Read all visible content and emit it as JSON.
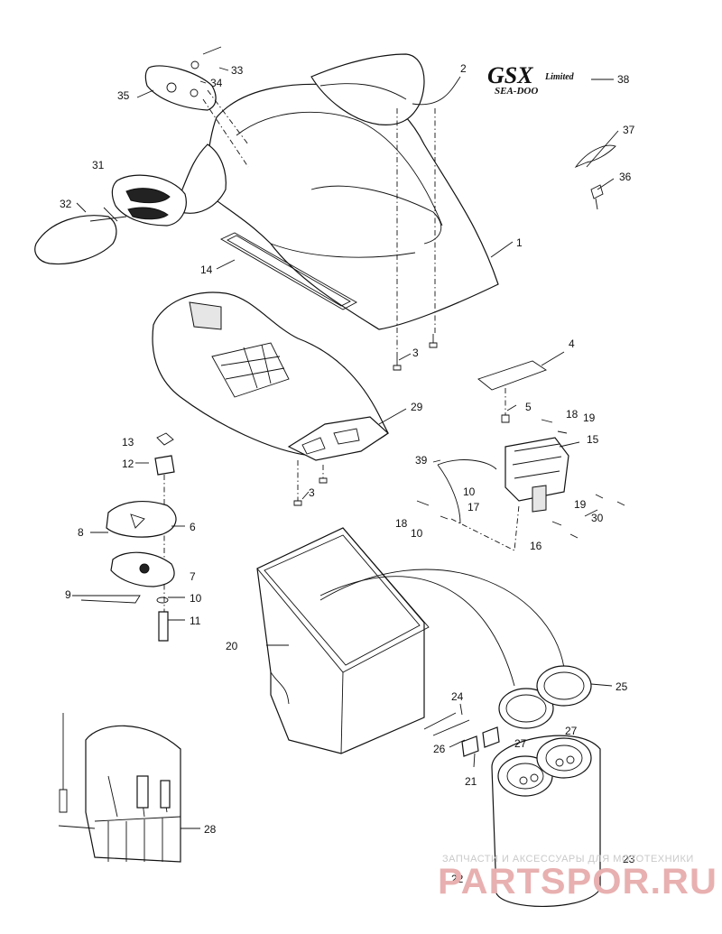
{
  "diagram": {
    "callouts": [
      "1",
      "2",
      "3",
      "3",
      "4",
      "5",
      "6",
      "7",
      "8",
      "9",
      "10",
      "10",
      "10",
      "11",
      "12",
      "13",
      "14",
      "15",
      "16",
      "17",
      "18",
      "18",
      "19",
      "19",
      "20",
      "21",
      "22",
      "23",
      "24",
      "25",
      "26",
      "27",
      "27",
      "28",
      "29",
      "30",
      "31",
      "32",
      "33",
      "34",
      "35",
      "36",
      "37",
      "38",
      "39"
    ],
    "logo": {
      "main": "GSX",
      "sub": "Limited",
      "brand": "SEA-DOO"
    },
    "watermark": {
      "tagline": "ЗАПЧАСТИ И АКСЕССУАРЫ ДЛЯ МОТОТЕХНИКИ",
      "site": "PARTSPOR.RU"
    },
    "colors": {
      "line": "#111111",
      "watermark": "#e8b0b0"
    }
  }
}
